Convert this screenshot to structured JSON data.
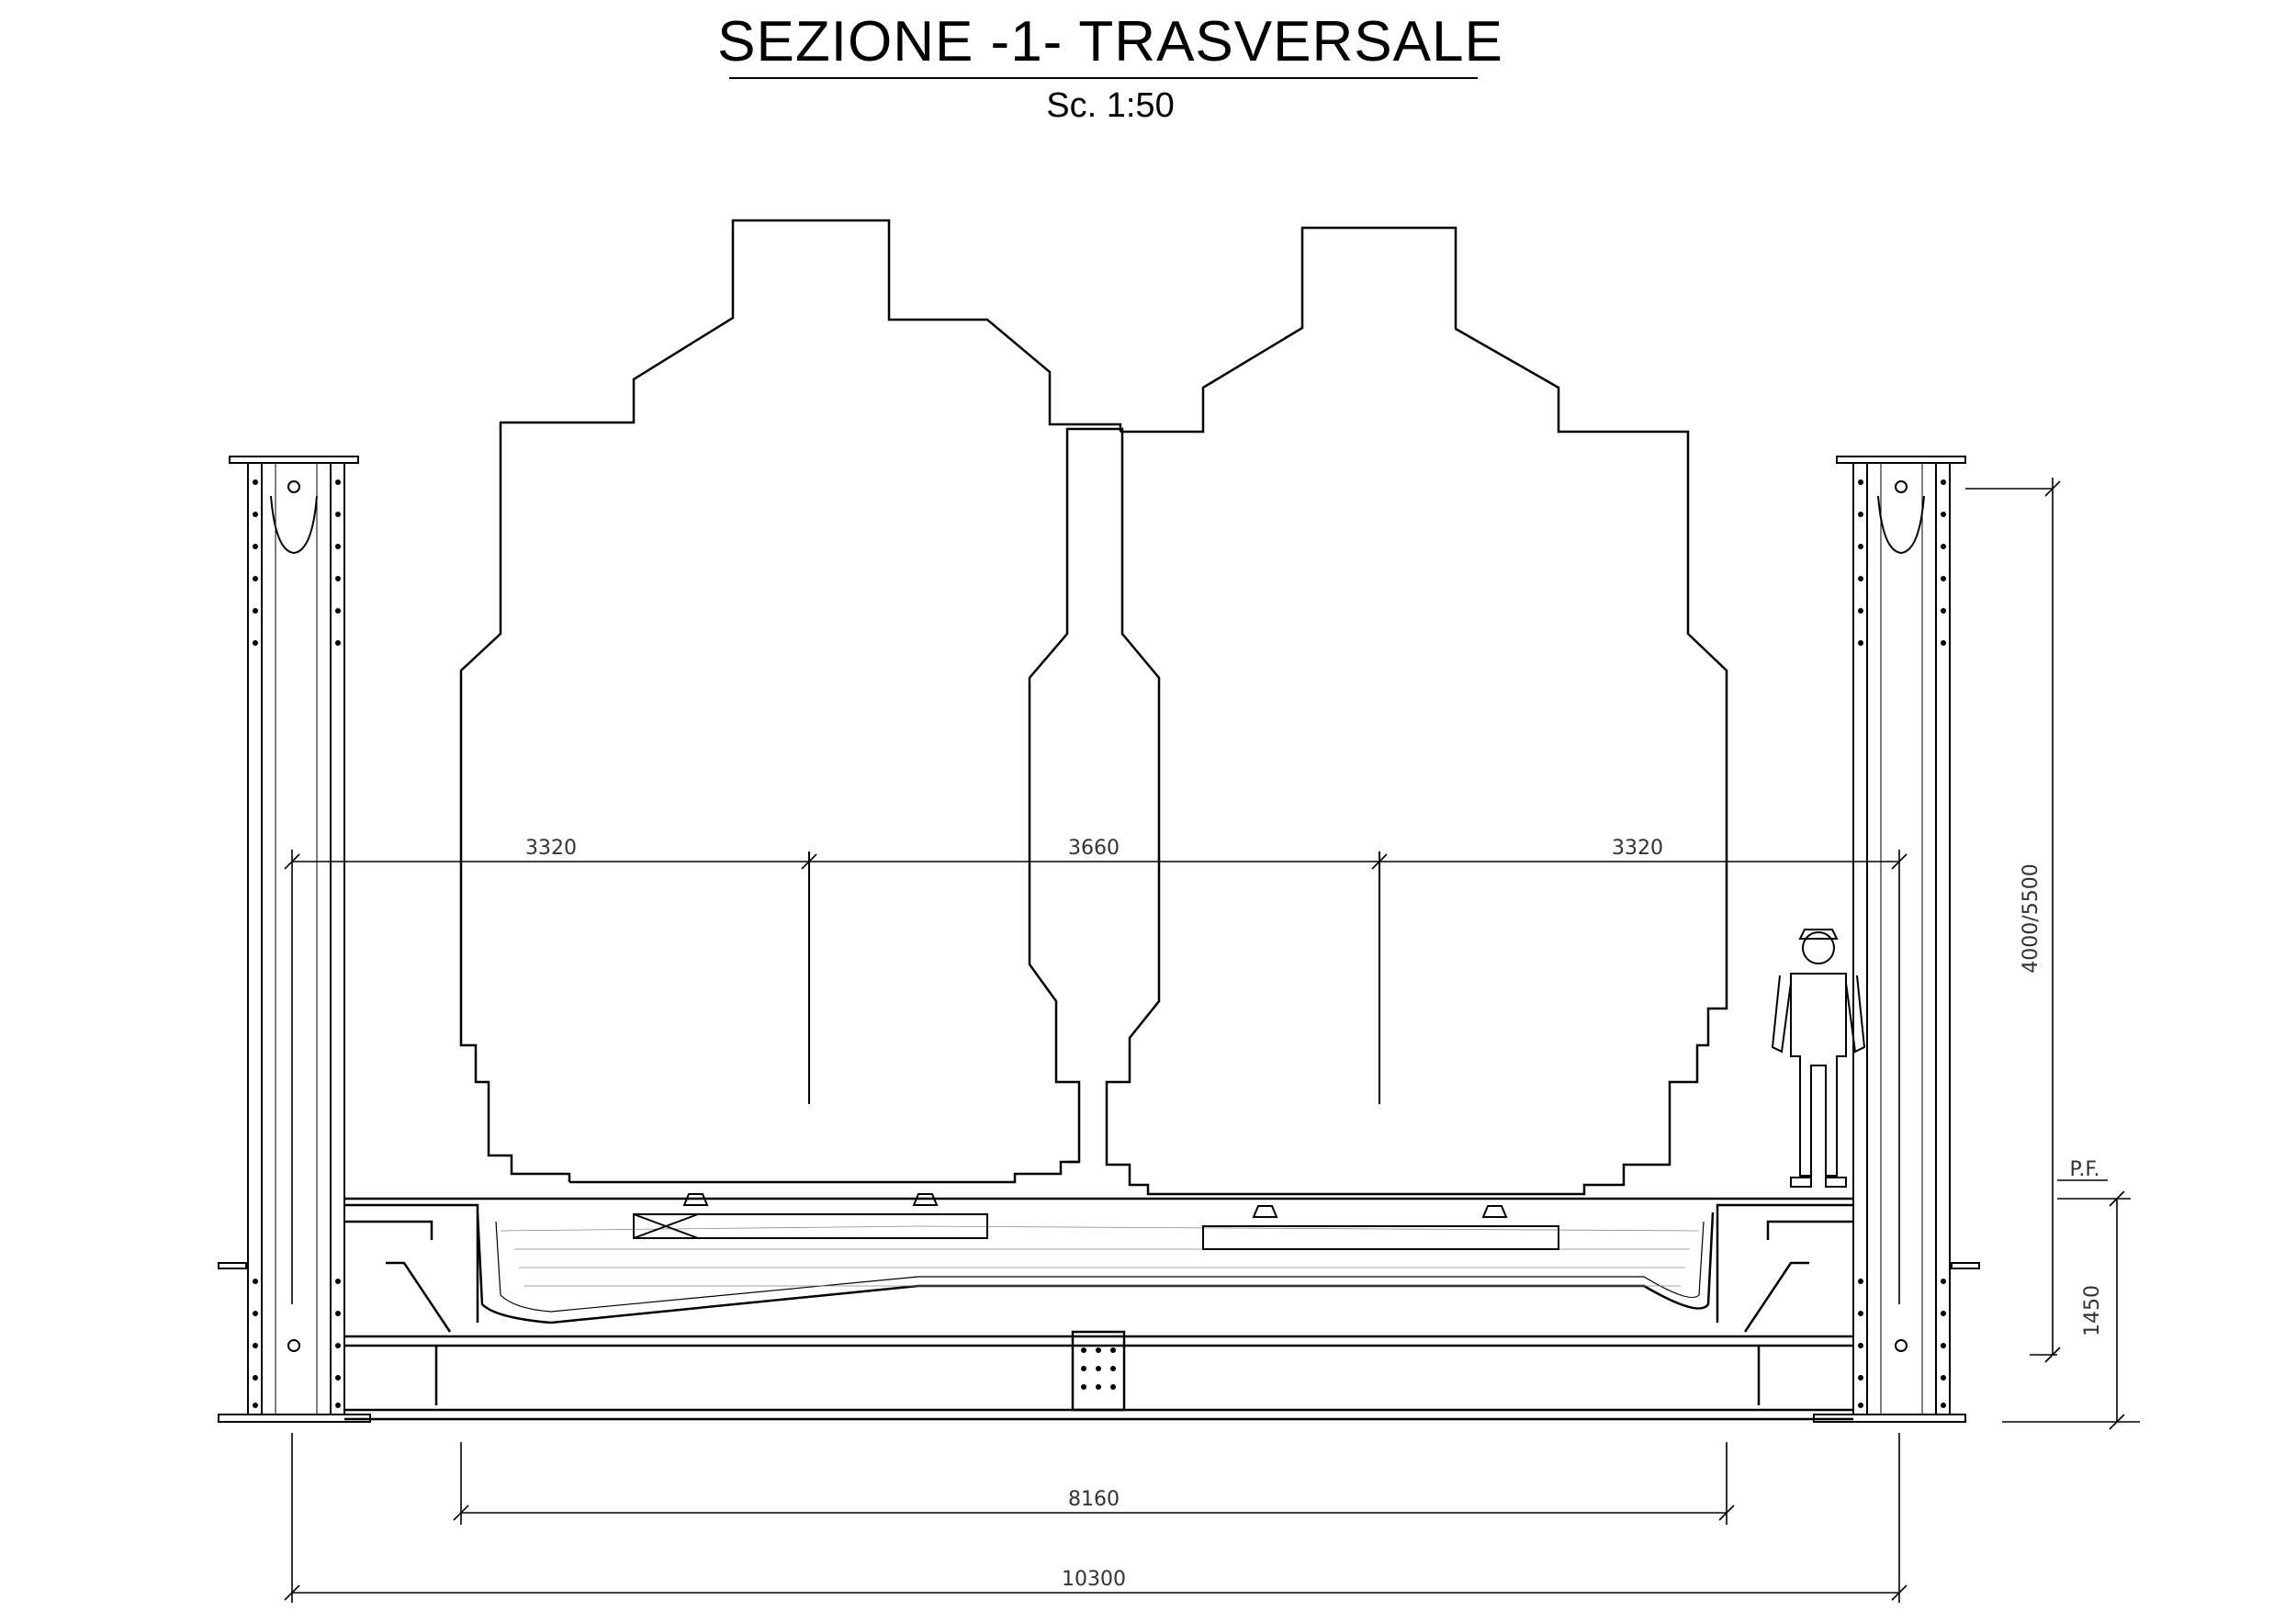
{
  "title": "SEZIONE -1-  TRASVERSALE",
  "scale": "Sc. 1:50",
  "dimensions": {
    "top_left": "3320",
    "top_center": "3660",
    "top_right": "3320",
    "inner_width": "8160",
    "total_width": "10300",
    "right_height": "4000/5500",
    "platform_height": "1450",
    "platform_label": "P.F."
  }
}
